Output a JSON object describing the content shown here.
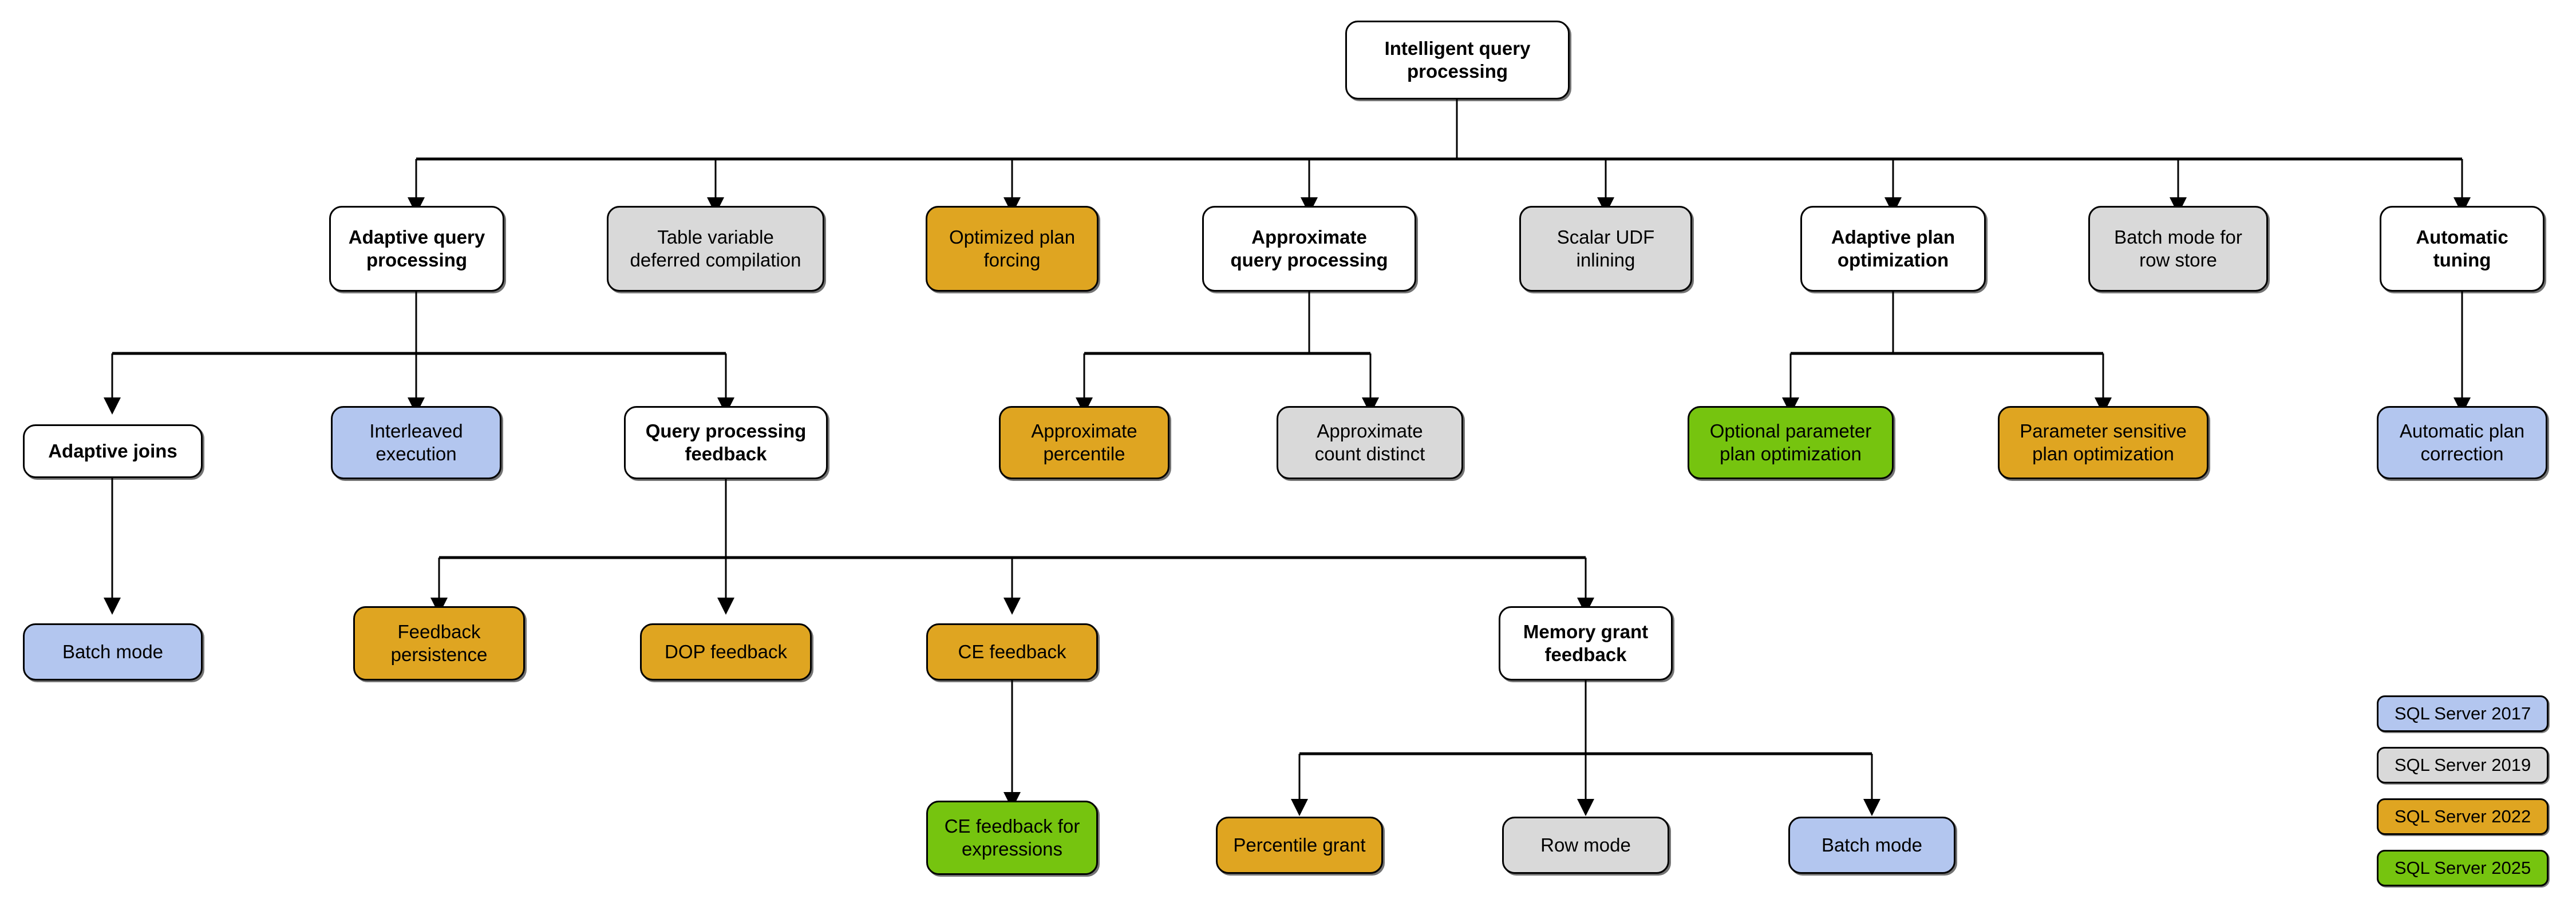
{
  "diagram": {
    "title": "Intelligent query processing",
    "type": "hierarchy-tree",
    "root": {
      "label": "Intelligent query processing",
      "fill": "white",
      "bold": true
    },
    "legend": {
      "items": [
        {
          "label": "SQL Server 2017",
          "fill": "blue",
          "color": "#b3c6ef"
        },
        {
          "label": "SQL Server 2019",
          "fill": "gray",
          "color": "#d9d9d9"
        },
        {
          "label": "SQL Server 2022",
          "fill": "gold",
          "color": "#dfa521"
        },
        {
          "label": "SQL Server 2025",
          "fill": "green",
          "color": "#76c40f"
        }
      ]
    },
    "palette": {
      "white": "#ffffff",
      "gray": "#d9d9d9",
      "gold": "#dfa521",
      "green": "#76c40f",
      "blue": "#b3c6ef",
      "stroke": "#000000"
    },
    "nodes": {
      "root": {
        "label": "Intelligent query\nprocessing",
        "fill": "white",
        "bold": true
      },
      "adaptive_query": {
        "label": "Adaptive query\nprocessing",
        "fill": "white",
        "bold": true
      },
      "table_var": {
        "label": "Table variable\ndeferred compilation",
        "fill": "gray",
        "bold": false
      },
      "optimized_plan_forcing": {
        "label": "Optimized plan\nforcing",
        "fill": "gold",
        "bold": false
      },
      "approx_query": {
        "label": "Approximate\nquery processing",
        "fill": "white",
        "bold": true
      },
      "scalar_udf": {
        "label": "Scalar UDF\ninlining",
        "fill": "gray",
        "bold": false
      },
      "adaptive_plan_opt": {
        "label": "Adaptive plan\noptimization",
        "fill": "white",
        "bold": true
      },
      "batch_mode_row_store": {
        "label": "Batch mode for\nrow store",
        "fill": "gray",
        "bold": false
      },
      "automatic_tuning": {
        "label": "Automatic\ntuning",
        "fill": "white",
        "bold": true
      },
      "adaptive_joins": {
        "label": "Adaptive joins",
        "fill": "white",
        "bold": true
      },
      "interleaved_execution": {
        "label": "Interleaved\nexecution",
        "fill": "blue",
        "bold": false
      },
      "query_processing_feedback": {
        "label": "Query processing\nfeedback",
        "fill": "white",
        "bold": true
      },
      "approximate_percentile": {
        "label": "Approximate\npercentile",
        "fill": "gold",
        "bold": false
      },
      "approximate_count_distinct": {
        "label": "Approximate\ncount distinct",
        "fill": "gray",
        "bold": false
      },
      "optional_param_plan_opt": {
        "label": "Optional parameter\nplan optimization",
        "fill": "green",
        "bold": false
      },
      "param_sensitive_plan_opt": {
        "label": "Parameter sensitive\nplan optimization",
        "fill": "gold",
        "bold": false
      },
      "automatic_plan_correction": {
        "label": "Automatic plan\ncorrection",
        "fill": "blue",
        "bold": false
      },
      "batch_mode": {
        "label": "Batch mode",
        "fill": "blue",
        "bold": false
      },
      "feedback_persistence": {
        "label": "Feedback\npersistence",
        "fill": "gold",
        "bold": false
      },
      "dop_feedback": {
        "label": "DOP feedback",
        "fill": "gold",
        "bold": false
      },
      "ce_feedback": {
        "label": "CE feedback",
        "fill": "gold",
        "bold": false
      },
      "memory_grant_feedback": {
        "label": "Memory grant\nfeedback",
        "fill": "white",
        "bold": true
      },
      "ce_feedback_expressions": {
        "label": "CE feedback for\nexpressions",
        "fill": "green",
        "bold": false
      },
      "percentile_grant": {
        "label": "Percentile grant",
        "fill": "gold",
        "bold": false
      },
      "row_mode": {
        "label": "Row mode",
        "fill": "gray",
        "bold": false
      },
      "batch_mode_grant": {
        "label": "Batch mode",
        "fill": "blue",
        "bold": false
      }
    },
    "edges": [
      {
        "from": "root",
        "to": "adaptive_query"
      },
      {
        "from": "root",
        "to": "table_var"
      },
      {
        "from": "root",
        "to": "optimized_plan_forcing"
      },
      {
        "from": "root",
        "to": "approx_query"
      },
      {
        "from": "root",
        "to": "scalar_udf"
      },
      {
        "from": "root",
        "to": "adaptive_plan_opt"
      },
      {
        "from": "root",
        "to": "batch_mode_row_store"
      },
      {
        "from": "root",
        "to": "automatic_tuning"
      },
      {
        "from": "adaptive_query",
        "to": "adaptive_joins"
      },
      {
        "from": "adaptive_query",
        "to": "interleaved_execution"
      },
      {
        "from": "adaptive_query",
        "to": "query_processing_feedback"
      },
      {
        "from": "approx_query",
        "to": "approximate_percentile"
      },
      {
        "from": "approx_query",
        "to": "approximate_count_distinct"
      },
      {
        "from": "adaptive_plan_opt",
        "to": "optional_param_plan_opt"
      },
      {
        "from": "adaptive_plan_opt",
        "to": "param_sensitive_plan_opt"
      },
      {
        "from": "automatic_tuning",
        "to": "automatic_plan_correction"
      },
      {
        "from": "adaptive_joins",
        "to": "batch_mode"
      },
      {
        "from": "query_processing_feedback",
        "to": "feedback_persistence"
      },
      {
        "from": "query_processing_feedback",
        "to": "dop_feedback"
      },
      {
        "from": "query_processing_feedback",
        "to": "ce_feedback"
      },
      {
        "from": "query_processing_feedback",
        "to": "memory_grant_feedback"
      },
      {
        "from": "ce_feedback",
        "to": "ce_feedback_expressions"
      },
      {
        "from": "memory_grant_feedback",
        "to": "percentile_grant"
      },
      {
        "from": "memory_grant_feedback",
        "to": "row_mode"
      },
      {
        "from": "memory_grant_feedback",
        "to": "batch_mode_grant"
      }
    ]
  }
}
